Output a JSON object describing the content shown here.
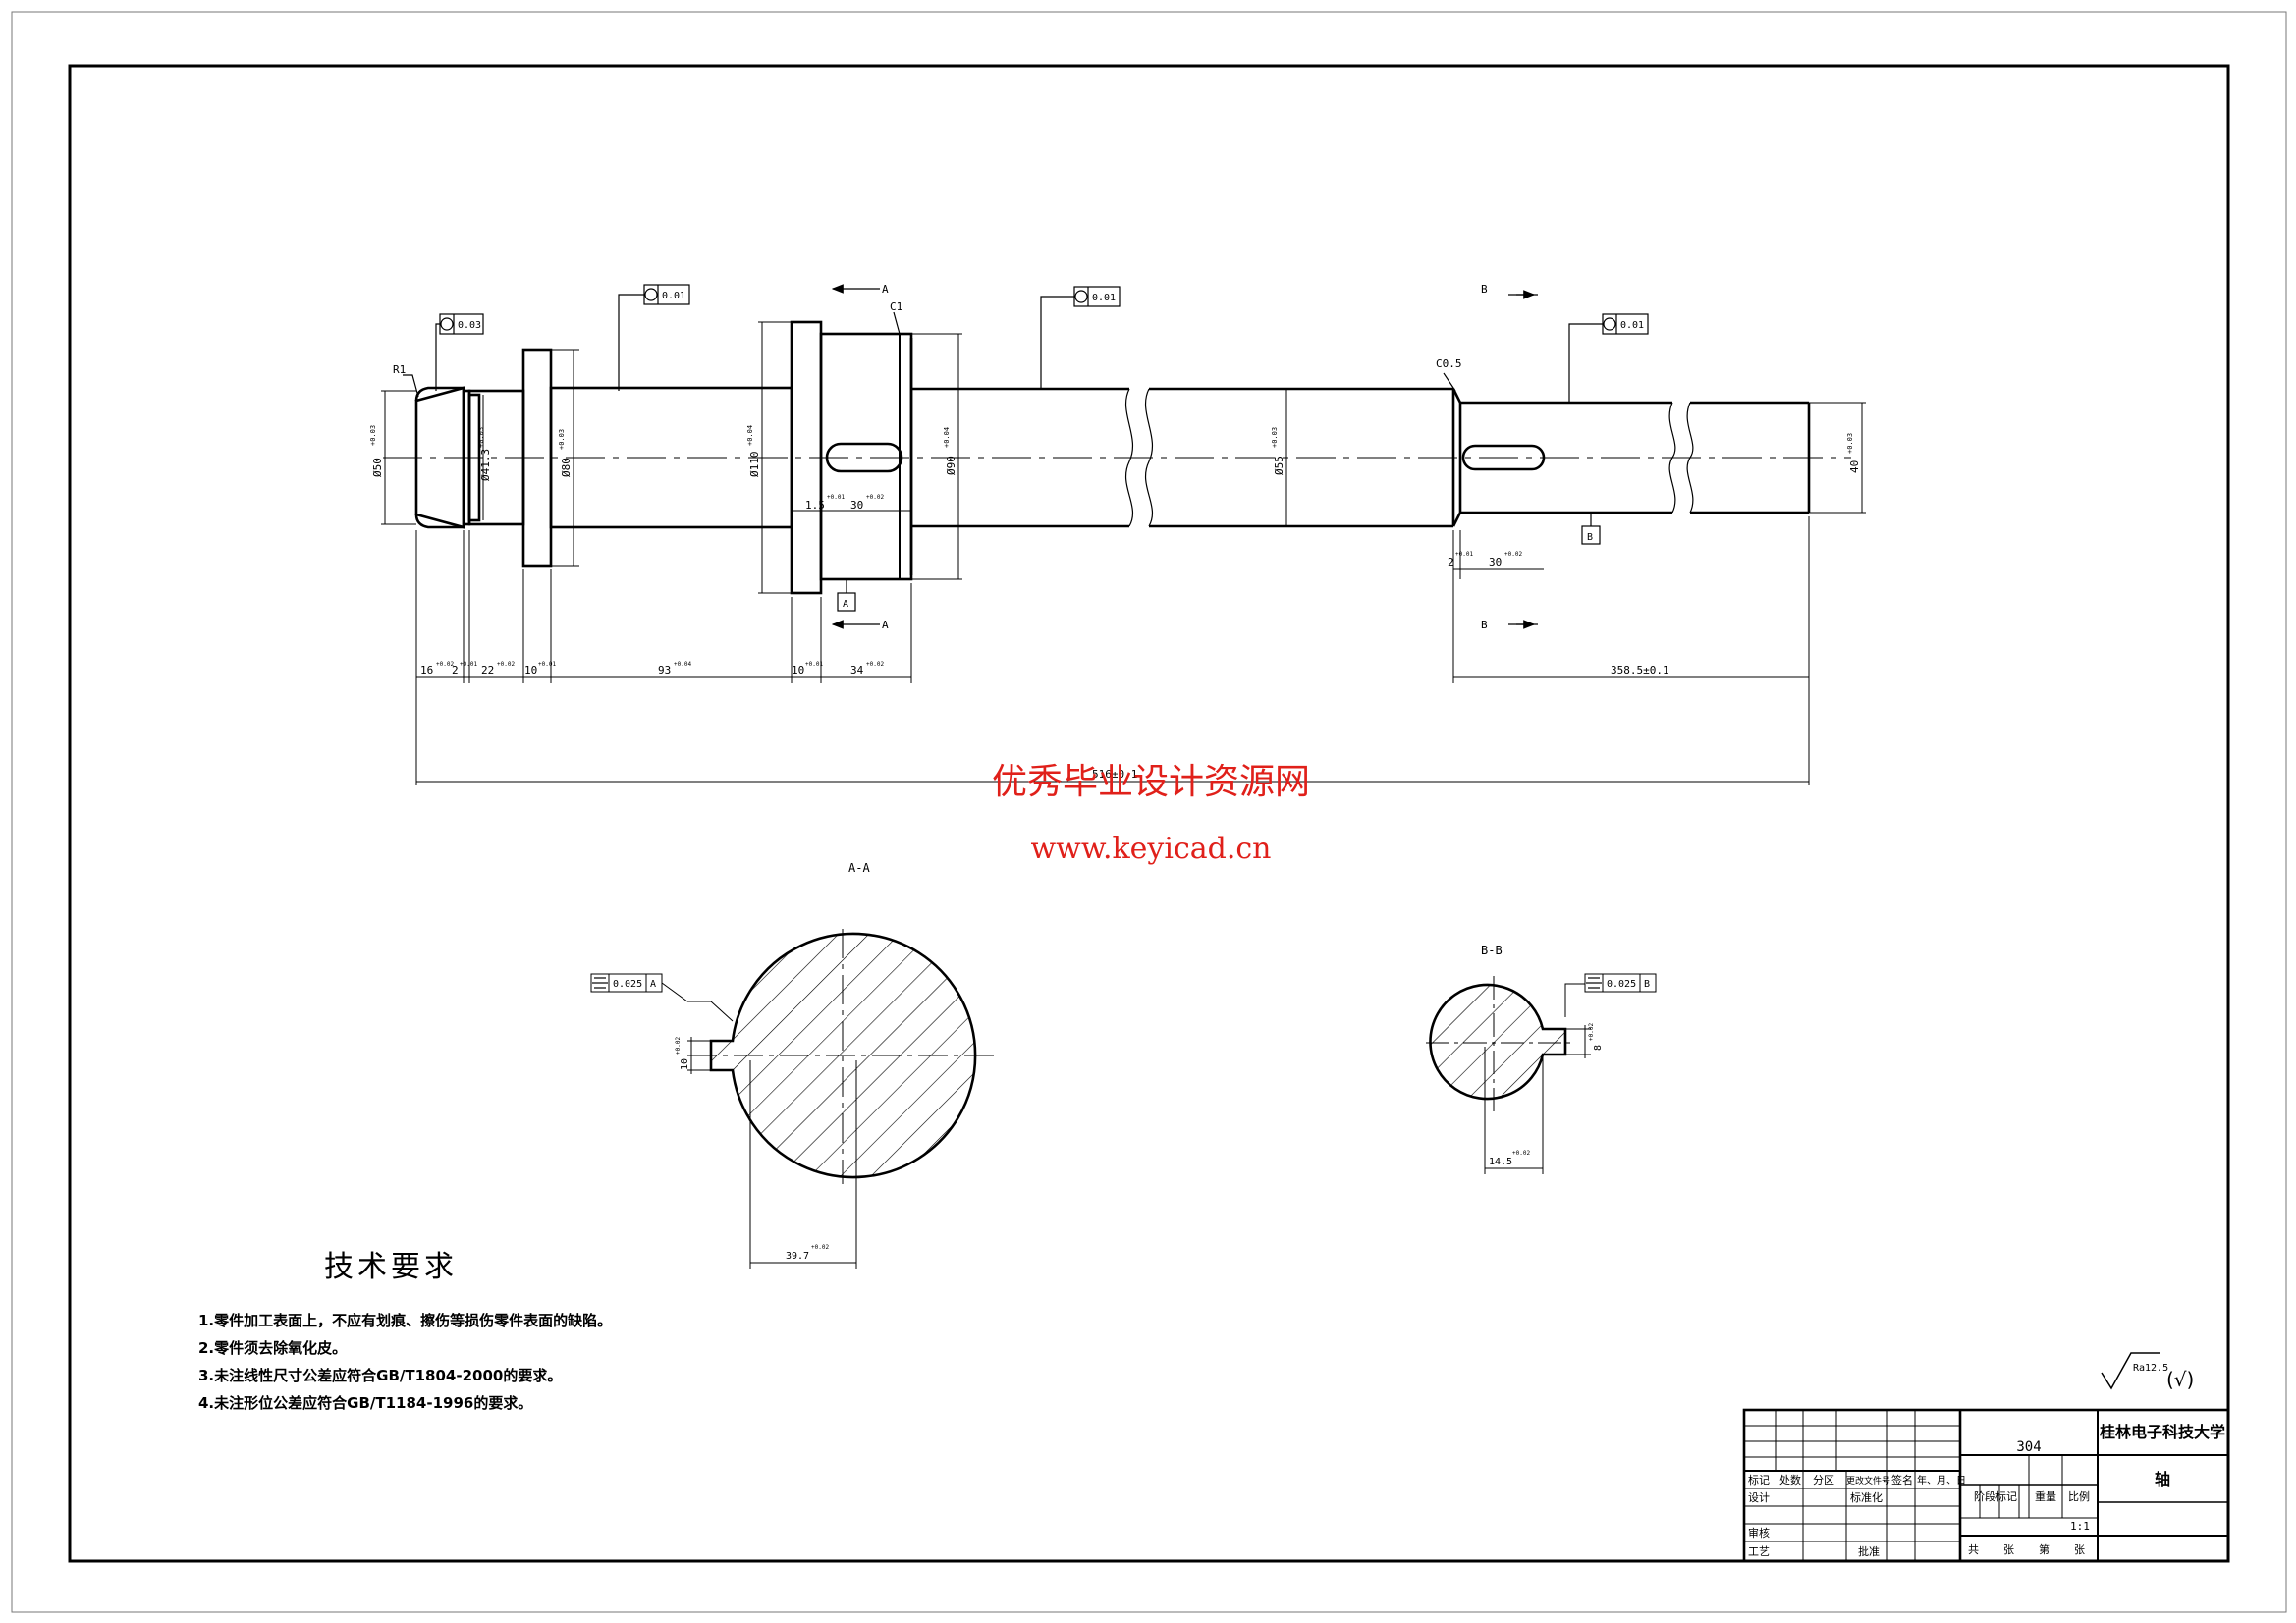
{
  "dimensions": {
    "d50": "Ø50",
    "d50_tol": "+0.03",
    "d41": "Ø41.3",
    "d41_tol": "+0.03",
    "d80": "Ø80",
    "d80_tol": "+0.03",
    "d110": "Ø110",
    "d110_tol": "+0.04",
    "d90": "Ø90",
    "d90_tol": "+0.04",
    "d55": "Ø55",
    "d55_tol": "+0.03",
    "d40": "40",
    "d40_tol": "+0.03",
    "len_16": "16",
    "len_16_tol": "+0.02",
    "len_2": "2",
    "len_2_tol": "+0.01",
    "len_22": "22",
    "len_22_tol": "+0.02",
    "len_10a": "10",
    "len_10a_tol": "+0.01",
    "len_93": "93",
    "len_93_tol": "+0.04",
    "len_10b": "10",
    "len_10b_tol": "+0.01",
    "len_34": "34",
    "len_34_tol": "+0.02",
    "len_1_5": "1.5",
    "len_1_5_tol": "+0.01",
    "len_30a": "30",
    "len_30a_tol": "+0.02",
    "len_2b": "2",
    "len_2b_tol": "+0.01",
    "len_30b": "30",
    "len_30b_tol": "+0.02",
    "len_358": "358.5±0.1",
    "len_total": "516±0.1",
    "key_10": "10",
    "key_10_tol": "+0.02",
    "sec_39": "39.7",
    "sec_39_tol": "+0.02",
    "sec_14": "14.5",
    "sec_14_tol": "+0.02",
    "sec_8": "8",
    "sec_8_tol": "+0.02"
  },
  "annotations": {
    "r1": "R1",
    "c1": "C1",
    "c05": "C0.5",
    "circ1": "0.03",
    "circ2": "0.01",
    "circ3": "0.01",
    "circ4": "0.01",
    "datum_a": "A",
    "datum_b": "B",
    "section_a": "A",
    "section_b": "B",
    "sym_a_val": "0.025",
    "sym_a_ref": "A",
    "sym_b_val": "0.025",
    "sym_b_ref": "B"
  },
  "sections": {
    "aa_label": "A-A",
    "bb_label": "B-B"
  },
  "watermark": {
    "line1": "优秀毕业设计资源网",
    "line2": "www.keyicad.cn"
  },
  "tech_requirements": {
    "title": "技术要求",
    "items": [
      "1.零件加工表面上，不应有划痕、擦伤等损伤零件表面的缺陷。",
      "2.零件须去除氧化皮。",
      "3.未注线性尺寸公差应符合GB/T1804-2000的要求。",
      "4.未注形位公差应符合GB/T1184-1996的要求。"
    ]
  },
  "roughness": {
    "value": "Ra12.5",
    "other": "(√)"
  },
  "title_block": {
    "drawing_no": "304",
    "school": "桂林电子科技大学",
    "part_name": "轴",
    "hdr_mark": "标记",
    "hdr_count": "处数",
    "hdr_zone": "分区",
    "hdr_doc": "更改文件号",
    "hdr_sign": "签名",
    "hdr_date": "年、月、日",
    "design": "设计",
    "standard": "标准化",
    "review": "审核",
    "process": "工艺",
    "approve": "批准",
    "stage": "阶段标记",
    "weight": "重量",
    "scale": "比例",
    "scale_val": "1:1",
    "sheets_total": "共",
    "sheets_unit1": "张",
    "sheets_no": "第",
    "sheets_unit2": "张"
  }
}
